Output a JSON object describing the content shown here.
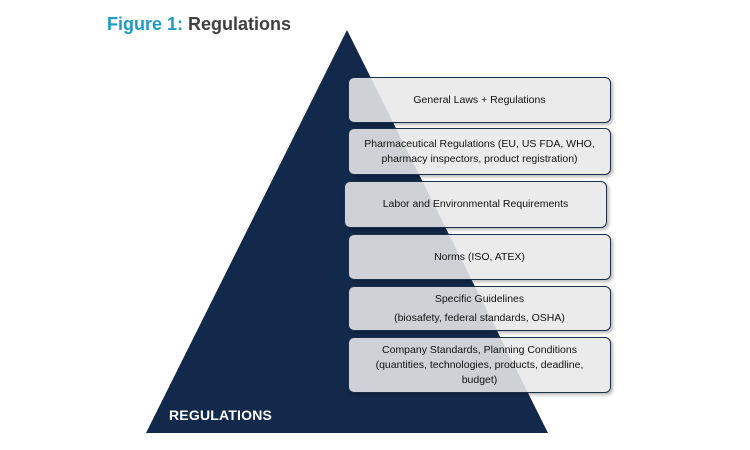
{
  "figure": {
    "title_prefix": "Figure 1:",
    "title_text": "Regulations"
  },
  "pyramid": {
    "label": "REGULATIONS",
    "color": "#13294b"
  },
  "levels": [
    {
      "lines": [
        "General Laws + Regulations"
      ]
    },
    {
      "lines": [
        "Pharmaceutical Regulations (EU, US FDA, WHO,",
        "pharmacy inspectors, product registration)"
      ]
    },
    {
      "lines": [
        "Labor and Environmental Requirements"
      ]
    },
    {
      "lines": [
        "Norms (ISO, ATEX)"
      ]
    },
    {
      "lines": [
        "Specific Guidelines",
        "(biosafety, federal standards, OSHA)"
      ]
    },
    {
      "lines": [
        "Company Standards, Planning Conditions",
        "(quantities, technologies, products, deadline,",
        "budget)"
      ]
    }
  ],
  "colors": {
    "accent": "#1a9cc4",
    "title_text": "#404040",
    "box_fill": "#e8e8e8",
    "box_border": "#1c2e4a"
  }
}
